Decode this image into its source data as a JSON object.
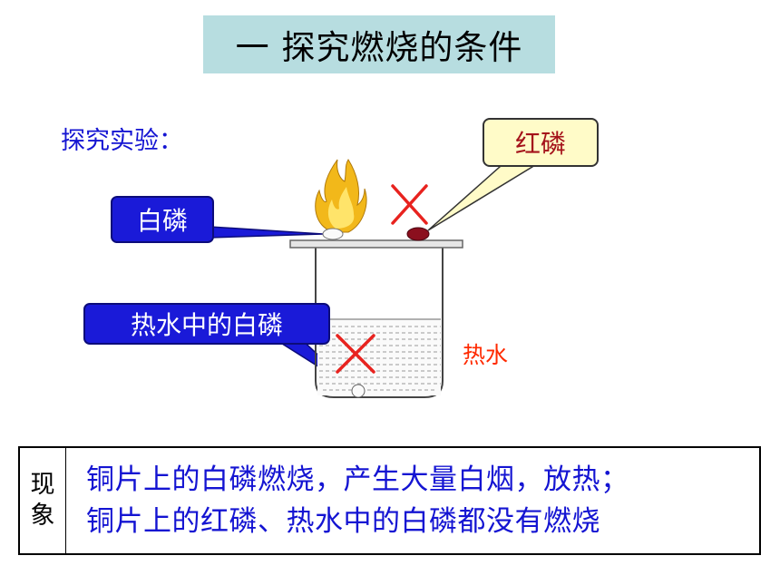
{
  "title": "一 探究燃烧的条件",
  "experiment_label": "探究实验：",
  "callouts": {
    "white_phosphorus": "白磷",
    "red_phosphorus": "红磷",
    "white_phosphorus_in_water": "热水中的白磷"
  },
  "hot_water_label": "热水",
  "observation": {
    "heading_chars": [
      "现",
      "象"
    ],
    "lines": [
      "铜片上的白磷燃烧，产生大量白烟，放热；",
      "铜片上的红磷、热水中的白磷都没有燃烧"
    ]
  },
  "colors": {
    "title_bg": "#b7dde0",
    "blue_text": "#1414d2",
    "callout_blue": "#1a1ad8",
    "red_cross": "#e8231f",
    "red_phosphorus": "#8b0f1e",
    "hot_water_text": "#ff2a00"
  }
}
